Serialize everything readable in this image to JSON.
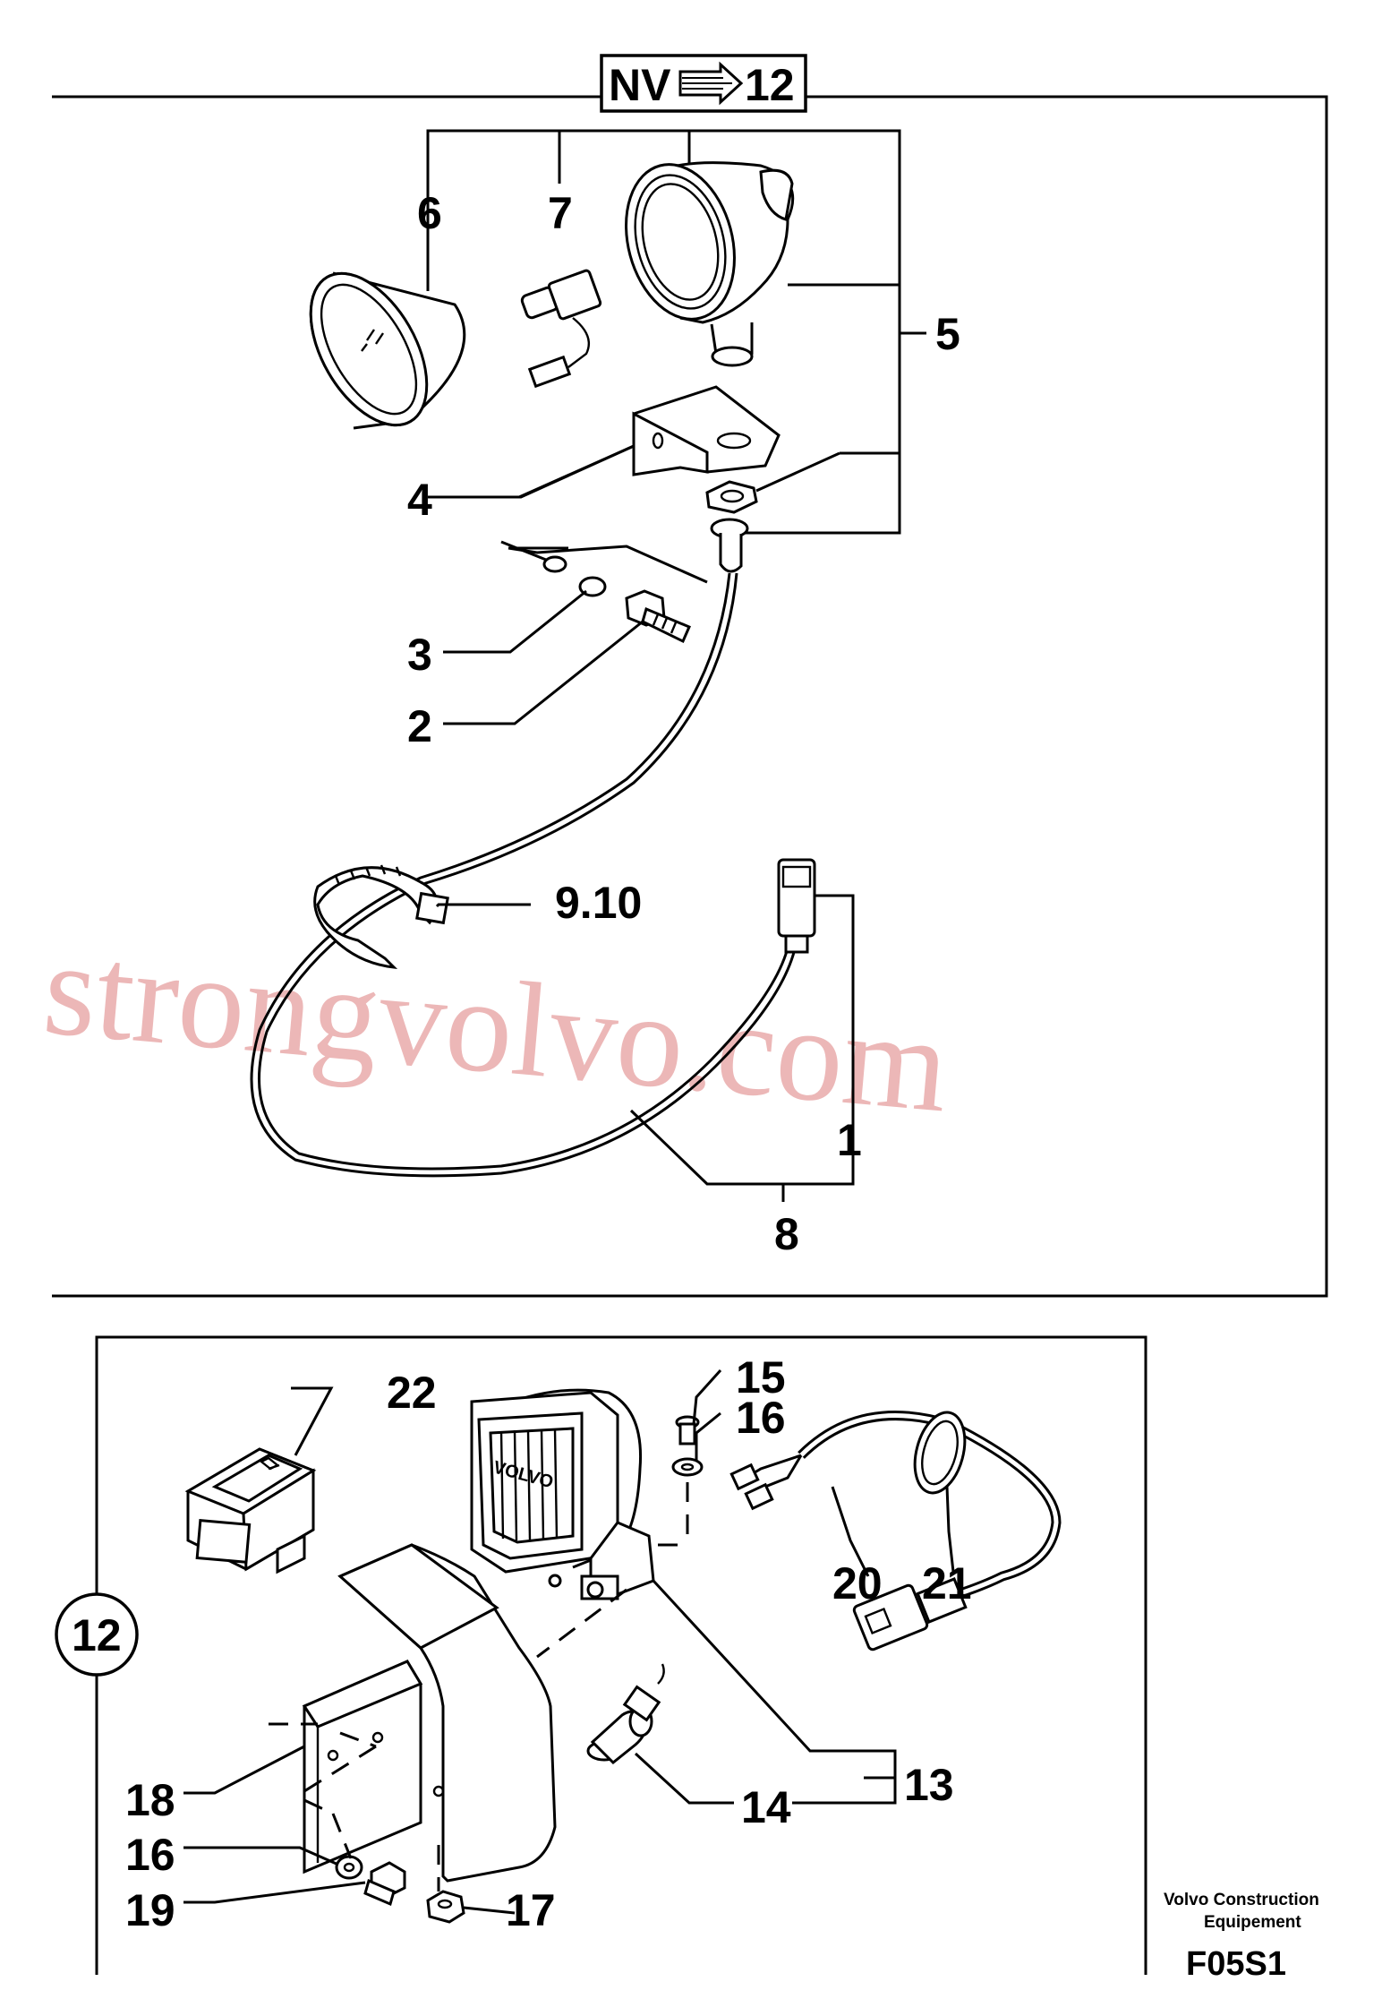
{
  "header_ref": {
    "prefix": "NV",
    "page": "12"
  },
  "side_ref": "12",
  "callouts": {
    "c1": "1",
    "c2": "2",
    "c3": "3",
    "c4": "4",
    "c5": "5",
    "c6": "6",
    "c7": "7",
    "c8": "8",
    "c9_10": "9.10",
    "c12": "12",
    "c13": "13",
    "c14": "14",
    "c15": "15",
    "c16a": "16",
    "c16b": "16",
    "c17": "17",
    "c18": "18",
    "c19": "19",
    "c20": "20",
    "c21": "21",
    "c22": "22"
  },
  "lamp_brand": "VOLVO",
  "footer": {
    "company_line1": "Volvo Construction",
    "company_line2": "Equipement",
    "drawing_code": "F05S1"
  },
  "watermark": "strongvolvo.com",
  "icons": {
    "arrow": "right-arrow-icon",
    "rocker_switch": "work-light-switch-icon"
  }
}
